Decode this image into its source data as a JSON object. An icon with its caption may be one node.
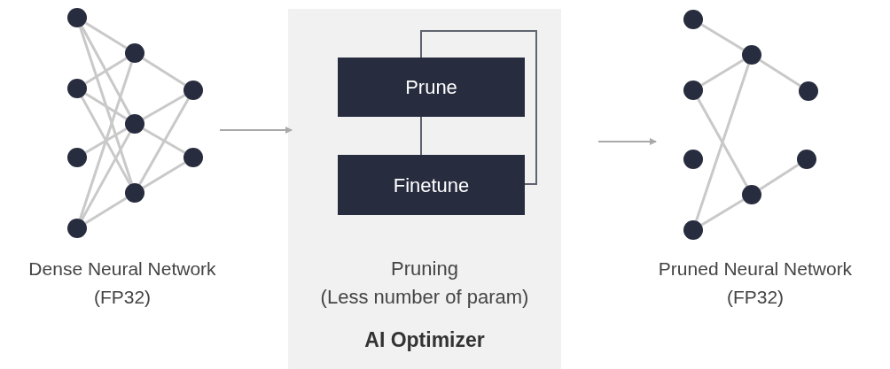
{
  "diagram": {
    "nodes": [
      {
        "text": [
          "Dense Neural Network (FP32)"
        ]
      },
      {
        "text": [],
        "shape": "circle",
        "in": 0
      },
      {
        "text": [],
        "shape": "circle",
        "in": 0
      },
      {
        "text": [],
        "shape": "circle",
        "in": 0
      },
      {
        "text": [],
        "shape": "circle",
        "in": 0
      },
      {
        "text": [],
        "shape": "circle",
        "in": 0
      },
      {
        "text": [],
        "shape": "circle",
        "in": 0
      },
      {
        "text": [],
        "shape": "circle",
        "in": 0
      },
      {
        "text": [],
        "shape": "circle",
        "in": 0
      },
      {
        "text": [],
        "shape": "circle",
        "in": 0
      },
      {
        "text": [
          "Pruning (Less number of param)",
          "AI Optimizer"
        ]
      },
      {
        "text": [
          "Prune"
        ],
        "in": 10
      },
      {
        "text": [
          "Finetune"
        ],
        "in": 10
      },
      {
        "text": [
          "Pruned Neural Network (FP32)"
        ]
      },
      {
        "text": [],
        "shape": "circle",
        "in": 13
      },
      {
        "text": [],
        "shape": "circle",
        "in": 13
      },
      {
        "text": [],
        "shape": "circle",
        "in": 13
      },
      {
        "text": [],
        "shape": "circle",
        "in": 13
      },
      {
        "text": [],
        "shape": "circle",
        "in": 13
      },
      {
        "text": [],
        "shape": "circle",
        "in": 13
      },
      {
        "text": [],
        "shape": "circle",
        "in": 13
      },
      {
        "text": [],
        "shape": "circle",
        "in": 13
      }
    ],
    "edges": [
      {
        "from": 1,
        "to": 5,
        "arrow": "none"
      },
      {
        "from": 1,
        "to": 6,
        "arrow": "none"
      },
      {
        "from": 1,
        "to": 7,
        "arrow": "none"
      },
      {
        "from": 2,
        "to": 5,
        "arrow": "none"
      },
      {
        "from": 2,
        "to": 6,
        "arrow": "none"
      },
      {
        "from": 2,
        "to": 7,
        "arrow": "none"
      },
      {
        "from": 3,
        "to": 6,
        "arrow": "none"
      },
      {
        "from": 4,
        "to": 5,
        "arrow": "none"
      },
      {
        "from": 4,
        "to": 6,
        "arrow": "none"
      },
      {
        "from": 4,
        "to": 7,
        "arrow": "none"
      },
      {
        "from": 5,
        "to": 8,
        "arrow": "none"
      },
      {
        "from": 6,
        "to": 8,
        "arrow": "none"
      },
      {
        "from": 6,
        "to": 9,
        "arrow": "none"
      },
      {
        "from": 7,
        "to": 8,
        "arrow": "none"
      },
      {
        "from": 7,
        "to": 9,
        "arrow": "none"
      },
      {
        "from": 0,
        "to": 10,
        "arrow": "to"
      },
      {
        "from": 11,
        "to": 12,
        "arrow": "none",
        "color": "#5f6470"
      },
      {
        "from": 12,
        "to": 11,
        "arrow": "none",
        "color": "#5f6470"
      },
      {
        "from": 10,
        "to": 13,
        "arrow": "to"
      },
      {
        "from": 14,
        "to": 18,
        "arrow": "none"
      },
      {
        "from": 15,
        "to": 18,
        "arrow": "none"
      },
      {
        "from": 15,
        "to": 19,
        "arrow": "none"
      },
      {
        "from": 17,
        "to": 18,
        "arrow": "none"
      },
      {
        "from": 17,
        "to": 19,
        "arrow": "none"
      },
      {
        "from": 18,
        "to": 20,
        "arrow": "none"
      },
      {
        "from": 19,
        "to": 21,
        "arrow": "none"
      }
    ]
  }
}
